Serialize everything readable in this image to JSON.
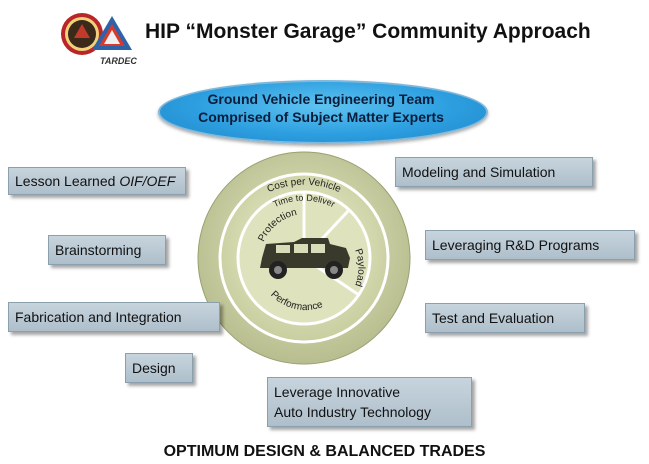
{
  "title": "HIP “Monster Garage” Community Approach",
  "logo": {
    "text": "TARDEC"
  },
  "team": {
    "line1": "Ground Vehicle Engineering Team",
    "line2": "Comprised of Subject Matter Experts"
  },
  "wheel": {
    "outer_top": "Cost per Vehicle",
    "inner_top": "Time to Deliver",
    "segments": [
      "Protection",
      "Payload",
      "Performance"
    ]
  },
  "left_boxes": {
    "lessons_prefix": "Lesson Learned ",
    "lessons_italic": "OIF/OEF",
    "brainstorming": "Brainstorming",
    "fabrication": "Fabrication and Integration",
    "design": "Design"
  },
  "right_boxes": {
    "modeling": "Modeling and Simulation",
    "leveraging": "Leveraging R&D Programs",
    "test": "Test and Evaluation",
    "auto_line1": "Leverage Innovative",
    "auto_line2": "Auto Industry Technology"
  },
  "footer": "OPTIMUM DESIGN & BALANCED TRADES"
}
